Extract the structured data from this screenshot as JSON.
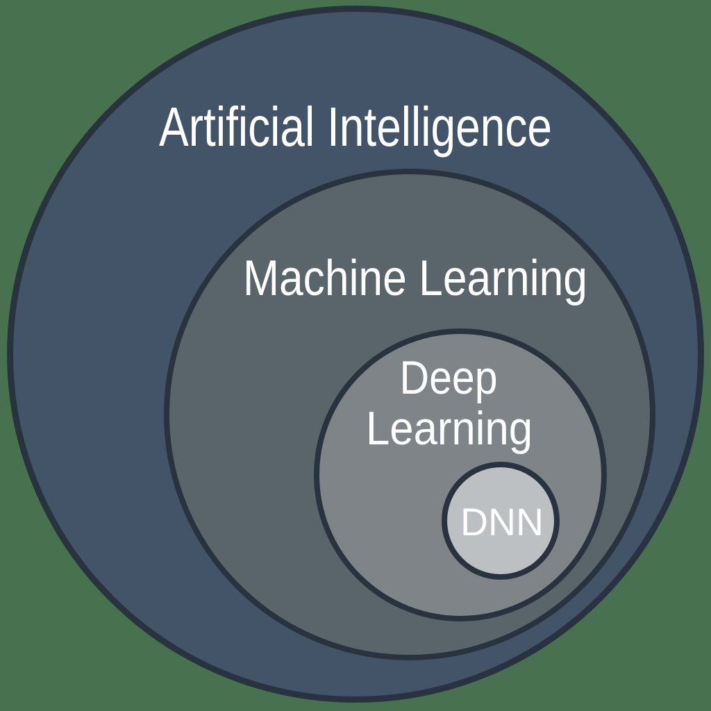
{
  "colors": {
    "background": "#47714F",
    "outline": "#28333F",
    "label_text": "#FFFFFF",
    "artificial_intelligence_fill": "#435468",
    "machine_learning_fill": "#5A646B",
    "deep_learning_fill": "#7E8488",
    "dnn_fill": "#BCC0C3"
  },
  "diagram": {
    "type": "nested-venn",
    "levels": [
      {
        "id": "artificial-intelligence",
        "label": "Artificial Intelligence"
      },
      {
        "id": "machine-learning",
        "label": "Machine Learning"
      },
      {
        "id": "deep-learning",
        "label": "Deep Learning",
        "lines": [
          "Deep",
          "Learning"
        ]
      },
      {
        "id": "dnn",
        "label": "DNN"
      }
    ]
  }
}
